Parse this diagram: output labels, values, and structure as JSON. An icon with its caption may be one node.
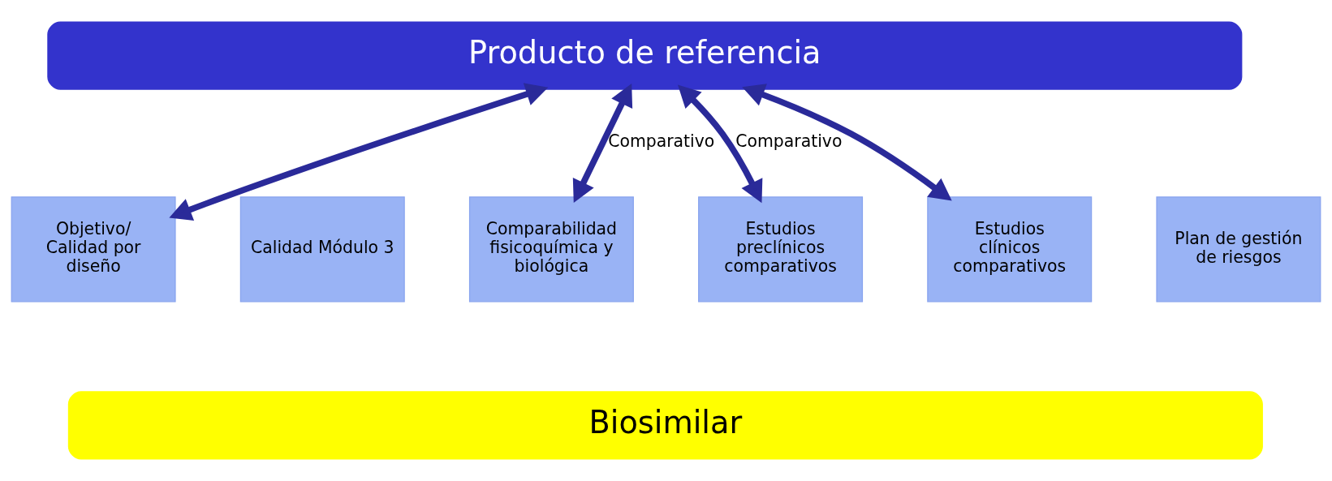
{
  "diagram": {
    "nodes": [
      {
        "text": [
          "Producto de referencia"
        ]
      },
      {
        "text": [
          "Objetivo/ Calidad por diseño"
        ]
      },
      {
        "text": [
          "Calidad Módulo 3"
        ]
      },
      {
        "text": [
          "Comparabilidad fisicoquímica y biológica"
        ]
      },
      {
        "text": [
          "Estudios preclínicos comparativos"
        ]
      },
      {
        "text": [
          "Estudios clínicos comparativos"
        ]
      },
      {
        "text": [
          "Plan de gestión de riesgos"
        ]
      },
      {
        "text": [
          "Biosimilar"
        ]
      }
    ],
    "edges": [
      {
        "from": 0,
        "to": 1,
        "arrow": "both"
      },
      {
        "from": 0,
        "to": 3,
        "arrow": "both",
        "label": "Comparativo"
      },
      {
        "from": 0,
        "to": 4,
        "arrow": "both",
        "label": "Comparativo"
      },
      {
        "from": 0,
        "to": 5,
        "arrow": "both"
      }
    ]
  }
}
